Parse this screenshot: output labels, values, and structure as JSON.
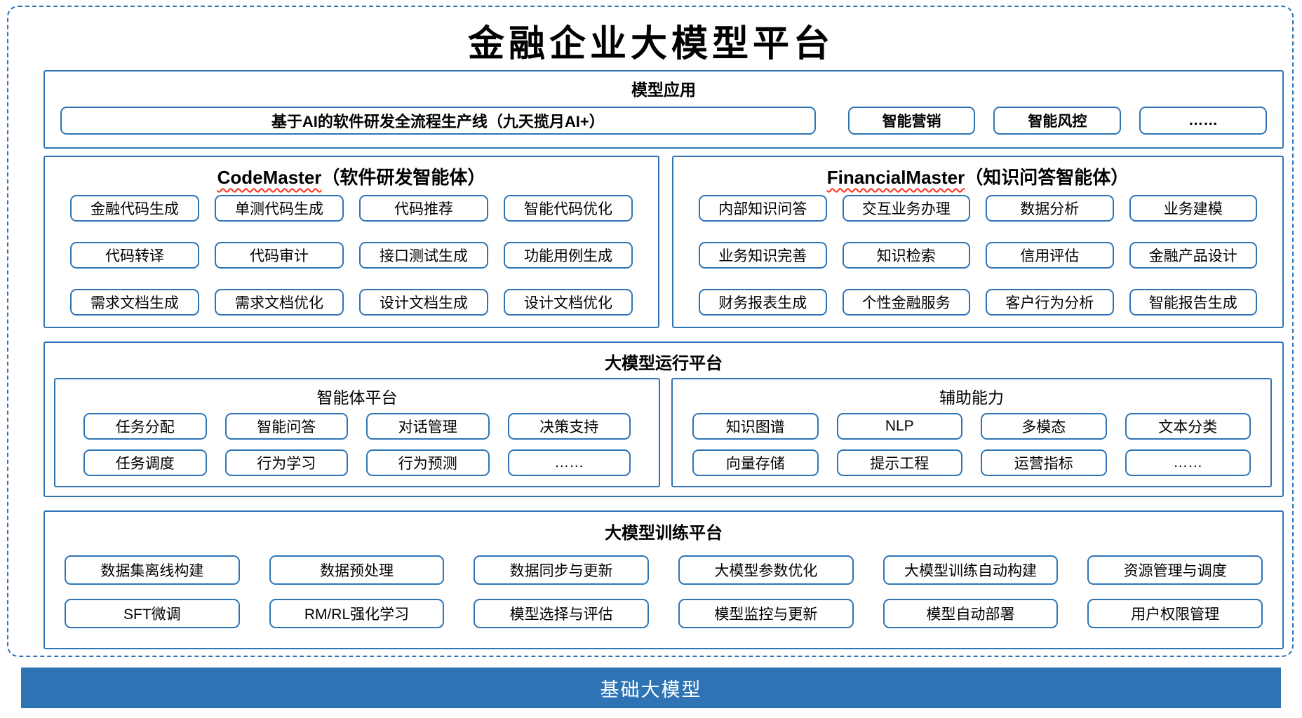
{
  "colors": {
    "accent": "#2E74B5",
    "button_border": "#2E74B5",
    "squiggle": "#FF2D16",
    "bar_bg": "#2E74B5",
    "bar_text": "#FFFFFF"
  },
  "title": "金融企业大模型平台",
  "model_app": {
    "title": "模型应用",
    "pipeline": "基于AI的软件研发全流程生产线（九天揽月AI+）",
    "items": [
      "智能营销",
      "智能风控",
      "……"
    ]
  },
  "agents": [
    {
      "name_en": "CodeMaster",
      "name_zh": "（软件研发智能体）",
      "items": [
        "金融代码生成",
        "单测代码生成",
        "代码推荐",
        "智能代码优化",
        "代码转译",
        "代码审计",
        "接口测试生成",
        "功能用例生成",
        "需求文档生成",
        "需求文档优化",
        "设计文档生成",
        "设计文档优化"
      ]
    },
    {
      "name_en": "FinancialMaster",
      "name_zh": "（知识问答智能体）",
      "items": [
        "内部知识问答",
        "交互业务办理",
        "数据分析",
        "业务建模",
        "业务知识完善",
        "知识检索",
        "信用评估",
        "金融产品设计",
        "财务报表生成",
        "个性金融服务",
        "客户行为分析",
        "智能报告生成"
      ]
    }
  ],
  "runtime": {
    "title": "大模型运行平台",
    "groups": [
      {
        "title": "智能体平台",
        "items": [
          "任务分配",
          "智能问答",
          "对话管理",
          "决策支持",
          "任务调度",
          "行为学习",
          "行为预测",
          "……"
        ]
      },
      {
        "title": "辅助能力",
        "items": [
          "知识图谱",
          "NLP",
          "多模态",
          "文本分类",
          "向量存储",
          "提示工程",
          "运营指标",
          "……"
        ]
      }
    ]
  },
  "training": {
    "title": "大模型训练平台",
    "items": [
      "数据集离线构建",
      "数据预处理",
      "数据同步与更新",
      "大模型参数优化",
      "大模型训练自动构建",
      "资源管理与调度",
      "SFT微调",
      "RM/RL强化学习",
      "模型选择与评估",
      "模型监控与更新",
      "模型自动部署",
      "用户权限管理"
    ]
  },
  "base_model": {
    "label": "基础大模型"
  }
}
